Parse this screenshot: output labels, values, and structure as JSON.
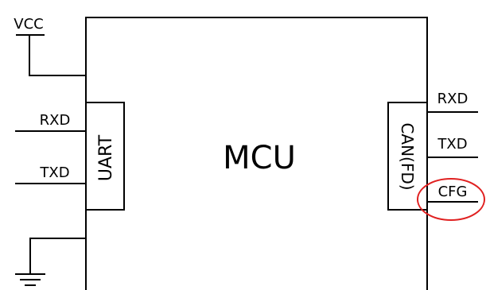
{
  "mcu_label": "MCU",
  "power": {
    "vcc_label": "VCC"
  },
  "uart": {
    "block_label": "UART",
    "pins": [
      "RXD",
      "TXD"
    ]
  },
  "can": {
    "block_label": "CAN(FD)",
    "pins": [
      "RXD",
      "TXD",
      "CFG"
    ]
  },
  "highlight": {
    "pin": "CFG",
    "color": "#e02020"
  }
}
